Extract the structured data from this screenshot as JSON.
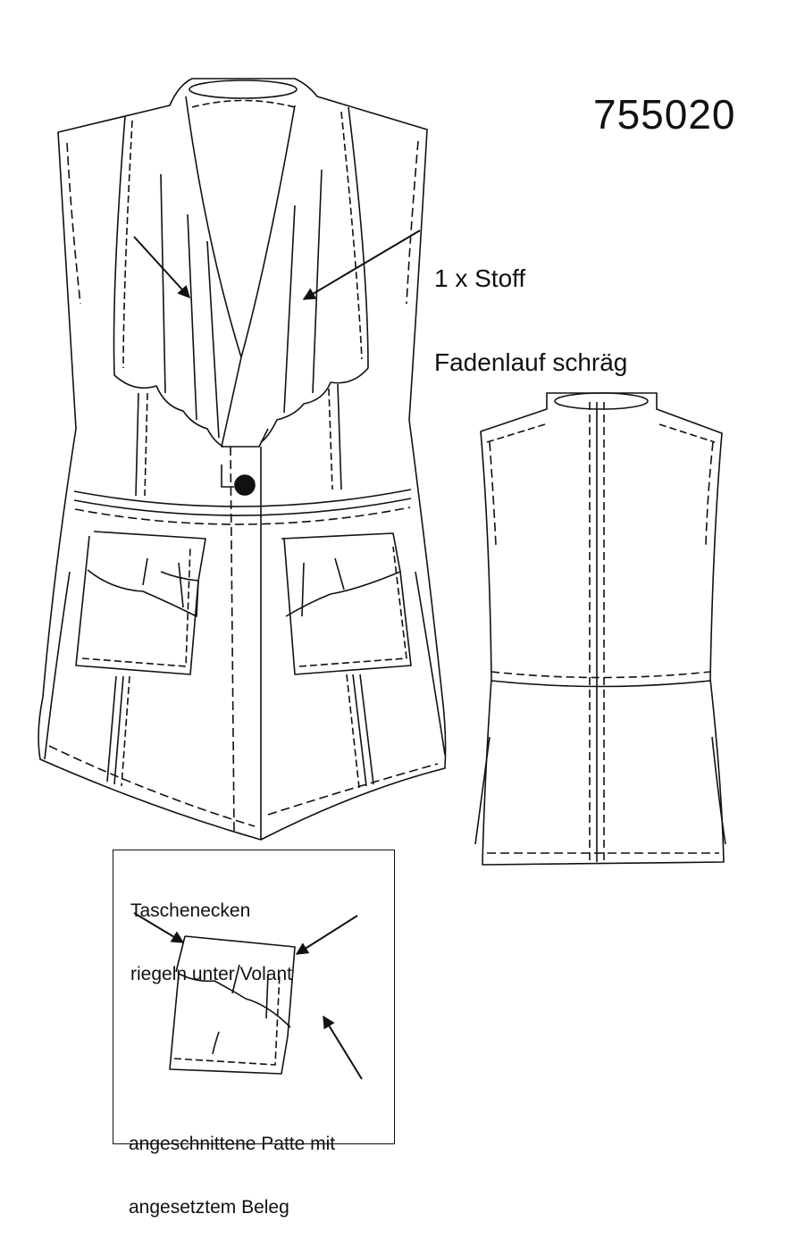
{
  "model_number": "755020",
  "fabric_note": {
    "line1": "1 x Stoff",
    "line2": "Fadenlauf schräg"
  },
  "detail_box": {
    "top_note_line1": "Taschenecken",
    "top_note_line2": "riegeln unter Volant",
    "bottom_note_line1": "angeschnittene Patte mit",
    "bottom_note_line2": "angesetztem Beleg"
  },
  "colors": {
    "line": "#111111",
    "background": "#ffffff"
  }
}
